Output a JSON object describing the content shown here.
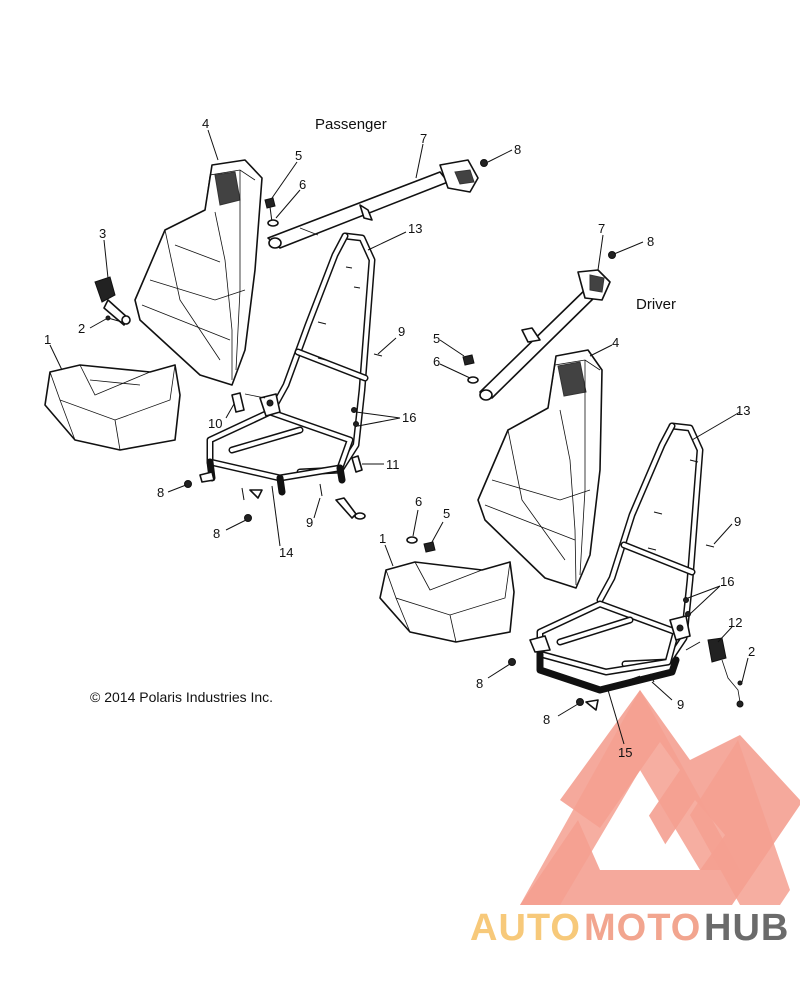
{
  "captions": {
    "passenger": "Passenger",
    "driver": "Driver"
  },
  "copyright": "© 2014 Polaris Industries Inc.",
  "callouts": [
    {
      "id": "p4",
      "num": "4"
    },
    {
      "id": "p5",
      "num": "5"
    },
    {
      "id": "p6",
      "num": "6"
    },
    {
      "id": "p7",
      "num": "7"
    },
    {
      "id": "p8a",
      "num": "8"
    },
    {
      "id": "p3",
      "num": "3"
    },
    {
      "id": "p2",
      "num": "2"
    },
    {
      "id": "p1",
      "num": "1"
    },
    {
      "id": "p13",
      "num": "13"
    },
    {
      "id": "p9a",
      "num": "9"
    },
    {
      "id": "p16",
      "num": "16"
    },
    {
      "id": "p10",
      "num": "10"
    },
    {
      "id": "p11",
      "num": "11"
    },
    {
      "id": "p8b",
      "num": "8"
    },
    {
      "id": "p8c",
      "num": "8"
    },
    {
      "id": "p9b",
      "num": "9"
    },
    {
      "id": "p14",
      "num": "14"
    },
    {
      "id": "d7",
      "num": "7"
    },
    {
      "id": "d8a",
      "num": "8"
    },
    {
      "id": "d5",
      "num": "5"
    },
    {
      "id": "d6",
      "num": "6"
    },
    {
      "id": "d4",
      "num": "4"
    },
    {
      "id": "d13",
      "num": "13"
    },
    {
      "id": "d9a",
      "num": "9"
    },
    {
      "id": "d6b",
      "num": "6"
    },
    {
      "id": "d5b",
      "num": "5"
    },
    {
      "id": "d1",
      "num": "1"
    },
    {
      "id": "d16",
      "num": "16"
    },
    {
      "id": "d12",
      "num": "12"
    },
    {
      "id": "d2",
      "num": "2"
    },
    {
      "id": "d8b",
      "num": "8"
    },
    {
      "id": "d8c",
      "num": "8"
    },
    {
      "id": "d9b",
      "num": "9"
    },
    {
      "id": "d15",
      "num": "15"
    }
  ],
  "watermark": {
    "part1": "AUTO",
    "part2": "MOTO",
    "part3": "HUB",
    "color_triangle": "#f4a091",
    "color_auto": "#f7c97a",
    "color_moto": "#f2a58f",
    "color_hub": "#6b6b6b"
  }
}
